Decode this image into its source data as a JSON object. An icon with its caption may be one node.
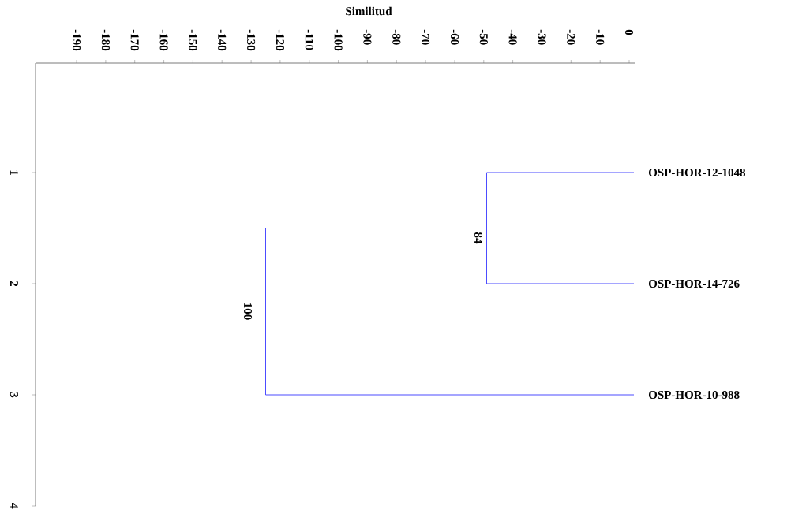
{
  "diagram": {
    "title": "Similitud",
    "nodes": [
      {
        "text": [
          "OSP-HOR-12-1048"
        ]
      },
      {
        "text": [
          "OSP-HOR-14-726"
        ]
      },
      {
        "text": [
          "OSP-HOR-10-988"
        ]
      },
      {
        "text": [],
        "shape": "bar",
        "beside": [
          "84"
        ]
      },
      {
        "text": [],
        "shape": "bar",
        "beside": [
          "100"
        ]
      }
    ],
    "edges": [
      {
        "from": 3,
        "to": 0,
        "arrow": "none"
      },
      {
        "from": 3,
        "to": 1,
        "arrow": "none"
      },
      {
        "from": 4,
        "to": 3,
        "arrow": "none"
      },
      {
        "from": 4,
        "to": 2,
        "arrow": "none"
      }
    ],
    "labels": [
      "-190",
      "-180",
      "-170",
      "-160",
      "-150",
      "-140",
      "-130",
      "-120",
      "-110",
      "-100",
      "-90",
      "-80",
      "-70",
      "-60",
      "-50",
      "-40",
      "-30",
      "-20",
      "-10",
      "0",
      "1",
      "2",
      "3",
      "4"
    ]
  }
}
